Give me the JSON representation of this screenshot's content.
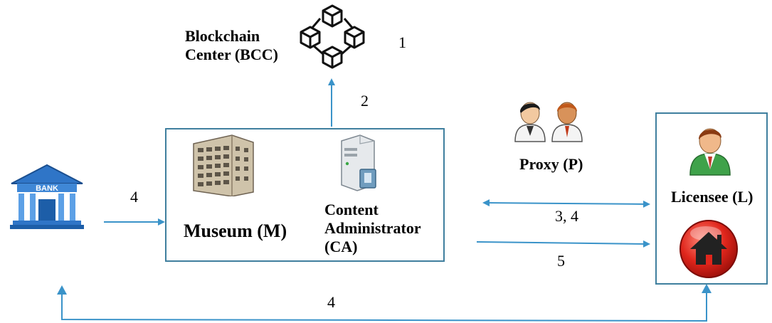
{
  "nodes": {
    "bcc": {
      "line1": "Blockchain",
      "line2": "Center (BCC)",
      "step": "1"
    },
    "museum": {
      "label": "Museum (M)"
    },
    "ca": {
      "line1": "Content",
      "line2": "Administrator",
      "line3": "(CA)"
    },
    "proxy": {
      "label": "Proxy (P)"
    },
    "licensee": {
      "label": "Licensee (L)"
    },
    "bank": {
      "sign": "BANK"
    }
  },
  "edges": {
    "museum_to_bcc": "2",
    "bank_to_museum": "4",
    "proxy_link": "3, 4",
    "museum_to_licensee": "5",
    "licensee_to_bank": "4"
  },
  "colors": {
    "arrow": "#3a93c9",
    "box_border": "#3f7f9e"
  },
  "icons": [
    "blockchain-cubes-icon",
    "bank-icon",
    "building-icon",
    "server-icon",
    "person-icon",
    "home-icon"
  ]
}
